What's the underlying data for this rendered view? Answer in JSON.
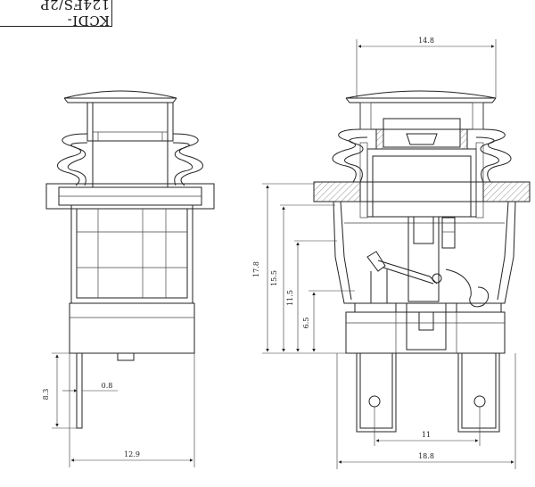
{
  "title_block": {
    "model": "KCDI-124FS/2P"
  },
  "dimensions": {
    "top_width": "14.8",
    "bottom_width_right": "18.8",
    "terminal_spacing": "11",
    "height_total": "17.8",
    "height_2": "15.5",
    "height_3": "11.5",
    "height_4": "6.5",
    "left_bottom_width": "12.9",
    "terminal_length": "8.3",
    "terminal_thickness": "0.8"
  }
}
